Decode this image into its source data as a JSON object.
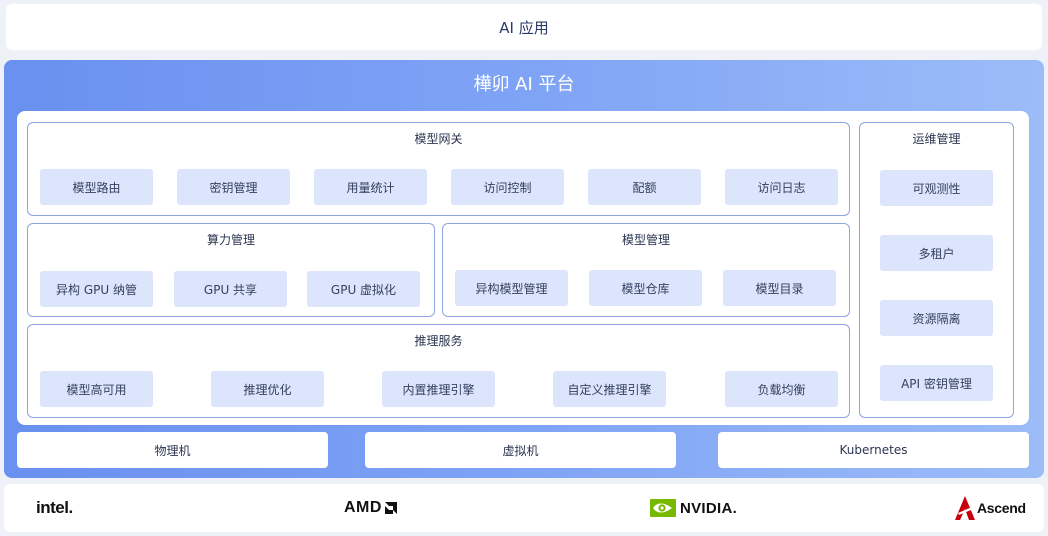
{
  "top": {
    "title": "AI 应用"
  },
  "platform": {
    "title": "樺卯 AI 平台",
    "gateway": {
      "title": "模型网关",
      "items": [
        "模型路由",
        "密钥管理",
        "用量统计",
        "访问控制",
        "配额",
        "访问日志"
      ]
    },
    "compute": {
      "title": "算力管理",
      "items": [
        "异构 GPU 纳管",
        "GPU 共享",
        "GPU 虚拟化"
      ]
    },
    "model_mgmt": {
      "title": "模型管理",
      "items": [
        "异构模型管理",
        "模型仓库",
        "模型目录"
      ]
    },
    "inference": {
      "title": "推理服务",
      "items": [
        "模型高可用",
        "推理优化",
        "内置推理引擎",
        "自定义推理引擎",
        "负载均衡"
      ]
    },
    "ops": {
      "title": "运维管理",
      "items": [
        "可观测性",
        "多租户",
        "资源隔离",
        "API 密钥管理"
      ]
    },
    "infra": [
      "物理机",
      "虚拟机",
      "Kubernetes"
    ]
  },
  "vendors": [
    "intel.",
    "AMD",
    "NVIDIA.",
    "Ascend"
  ],
  "colors": {
    "platform_gradient_start": "#6a90f0",
    "platform_gradient_end": "#9cbcf8",
    "chip_bg": "#dce5fb",
    "group_border": "#8da6de",
    "nvidia_green": "#76b900",
    "ascend_red": "#c7000b"
  }
}
